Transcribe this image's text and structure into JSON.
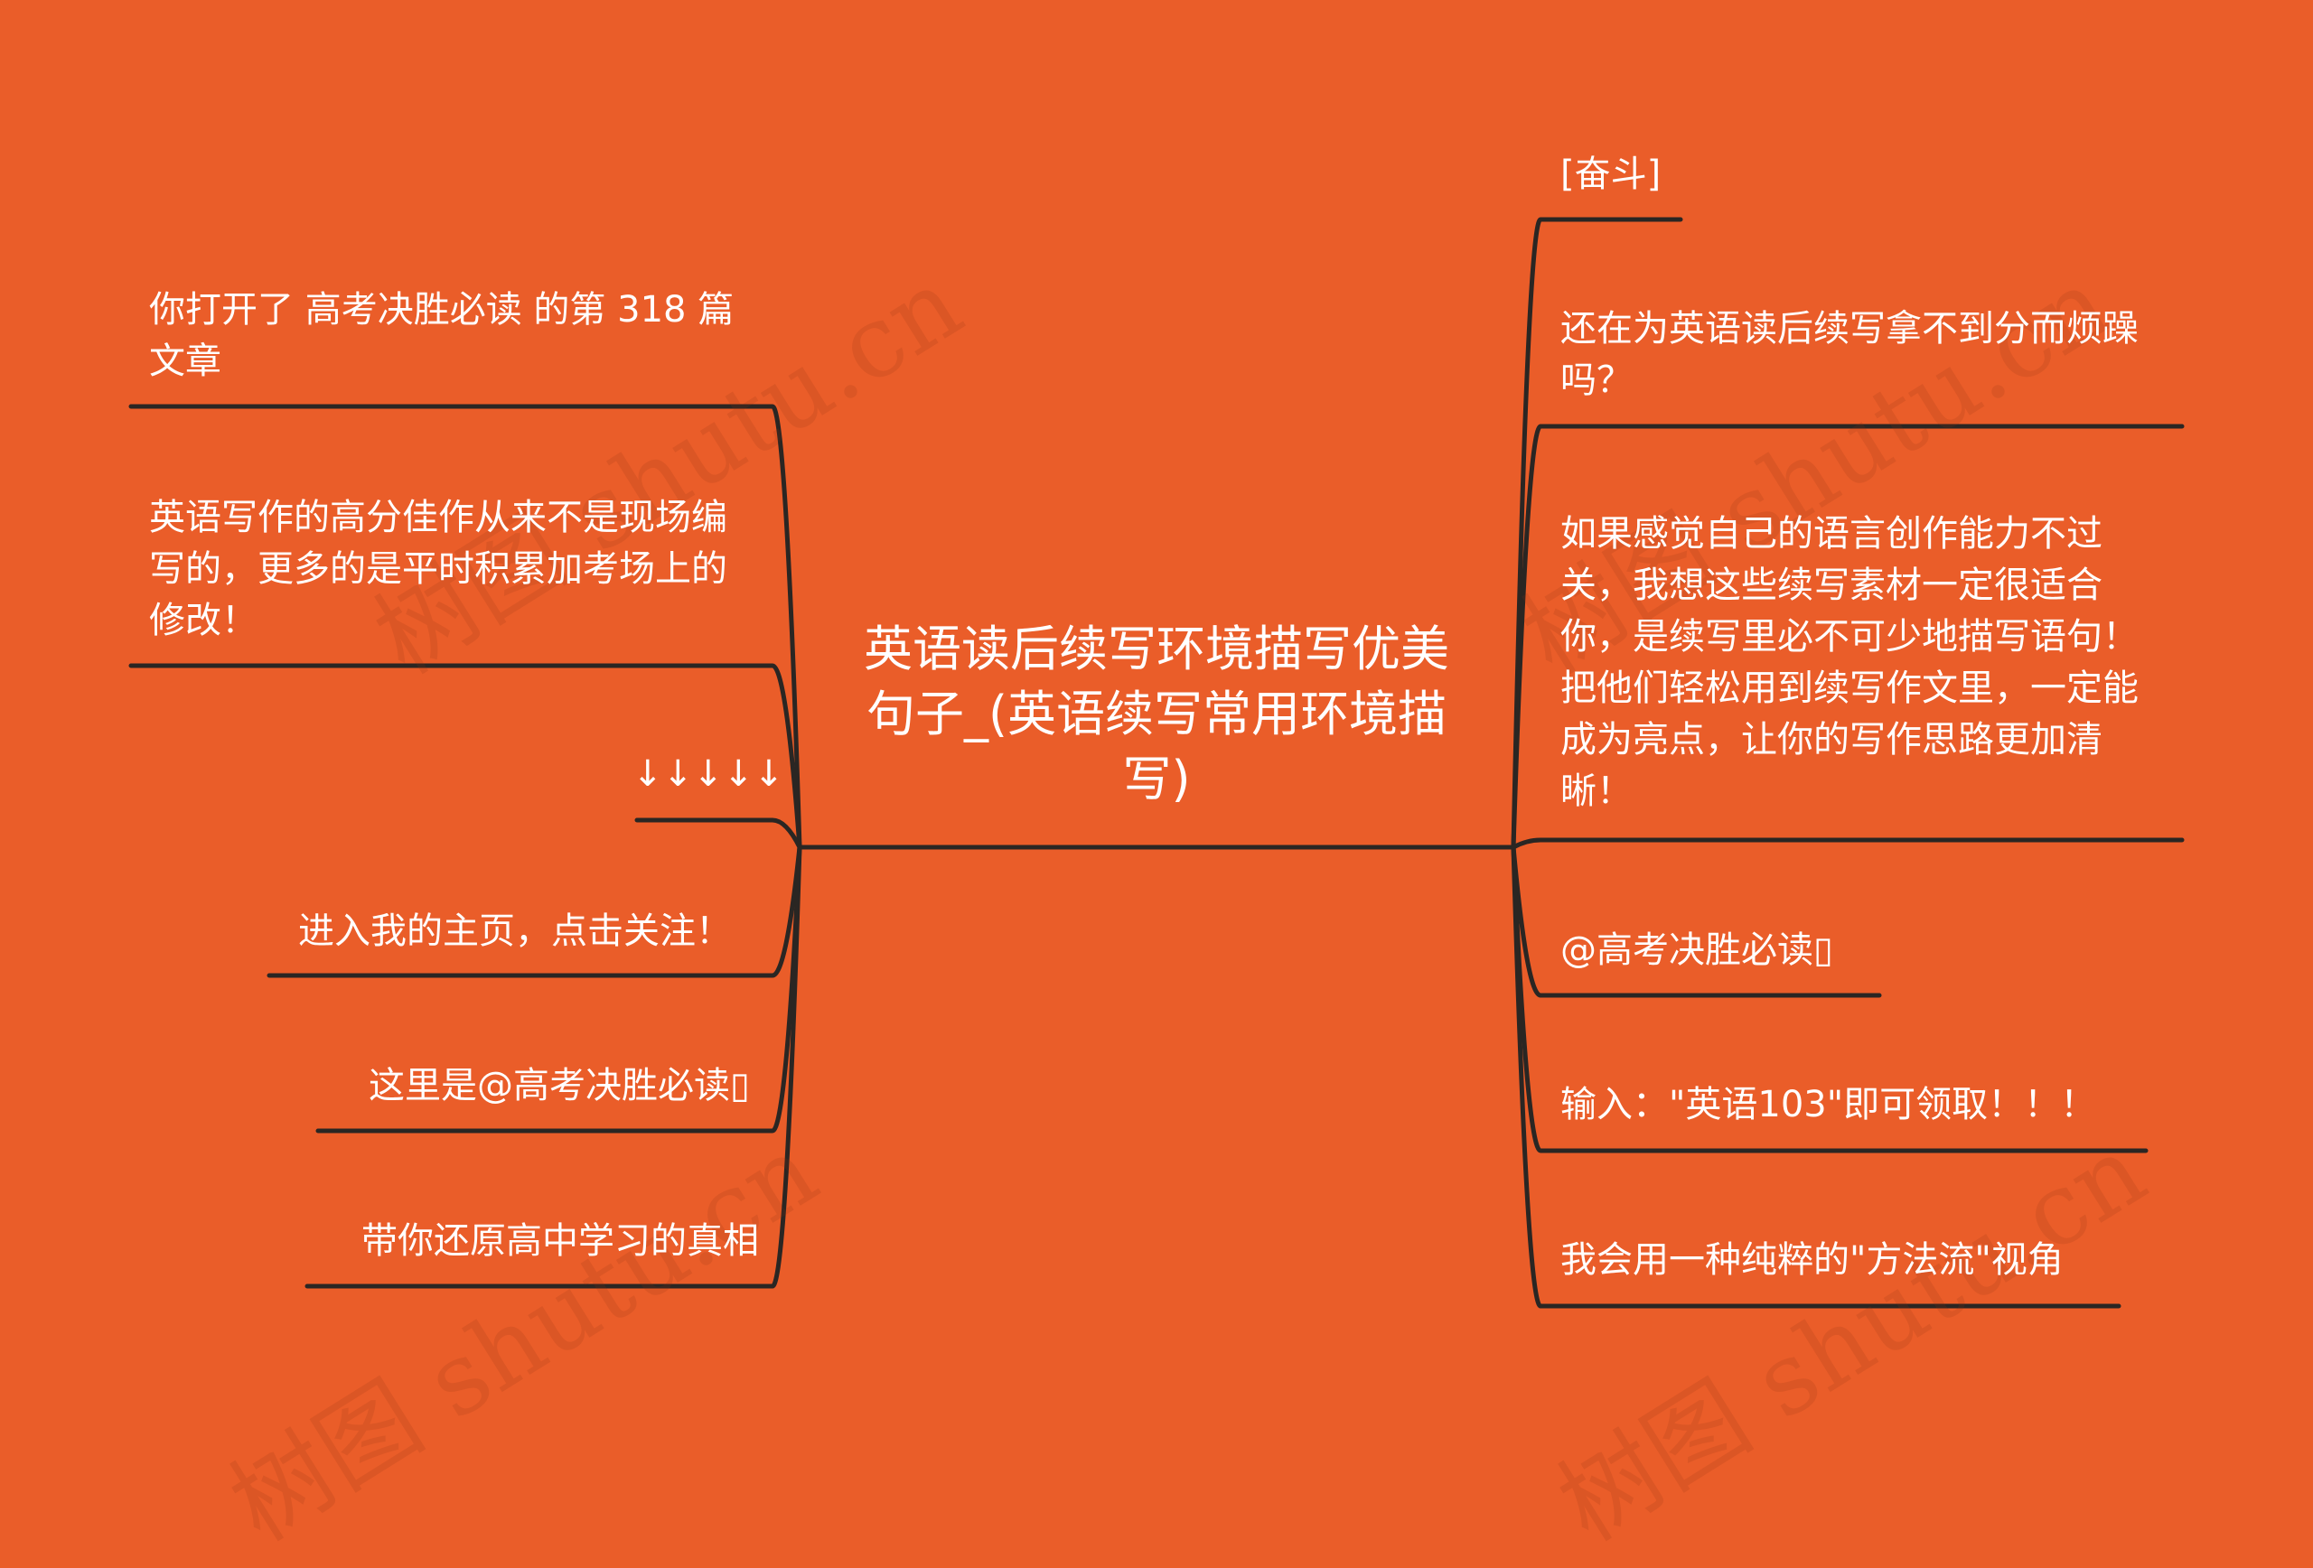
{
  "colors": {
    "background": "#EA5D29",
    "line": "#2A2623",
    "text": "#FFFFFF"
  },
  "center": {
    "title": "英语读后续写环境描写优美句子_(英语续写常用环境描写)"
  },
  "left_nodes": [
    {
      "text": "你打开了 高考决胜必读 的第 318 篇文章"
    },
    {
      "text": "英语写作的高分佳作从来不是现场编写的，更多的是平时积累加考场上的修改！"
    },
    {
      "text": "↓↓↓↓↓"
    },
    {
      "text": "进入我的主页，点击关注！"
    },
    {
      "text": "这里是@高考决胜必读▯"
    },
    {
      "text": "带你还原高中学习的真相"
    }
  ],
  "right_nodes": [
    {
      "text": "[奋斗]"
    },
    {
      "text": "还在为英语读后续写拿不到分而烦躁吗？"
    },
    {
      "text": "如果感觉自己的语言创作能力不过关，我想这些续写素材一定很适合你，是续写里必不可少地描写语句！把他们轻松用到续写作文里，一定能成为亮点，让你的写作思路更加清晰！"
    },
    {
      "text": "@高考决胜必读▯"
    },
    {
      "text": "输入：\"英语103\"即可领取！！！"
    },
    {
      "text": "我会用一种纯粹的\"方法流\"视角"
    }
  ],
  "watermark": {
    "text": "树图 shutu.cn"
  }
}
